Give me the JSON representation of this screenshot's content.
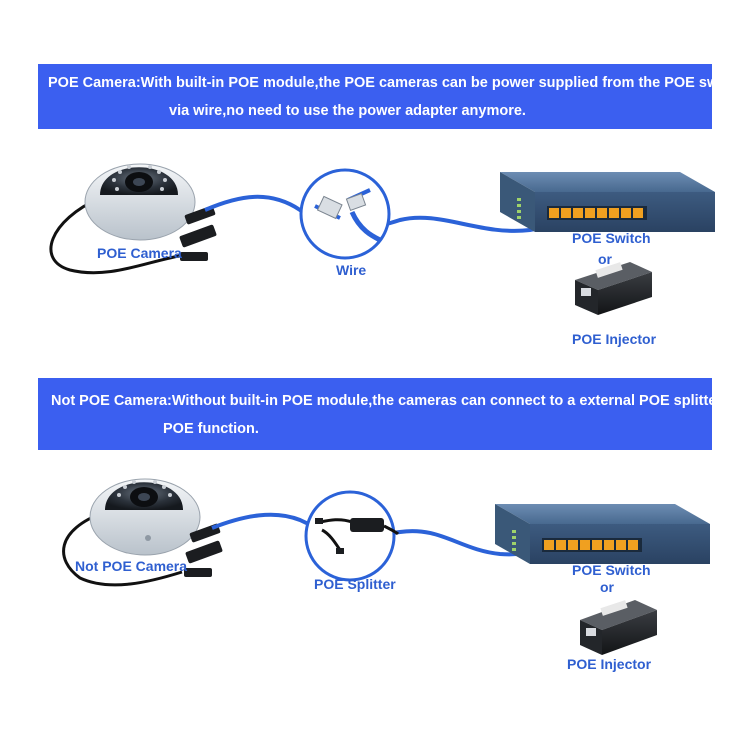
{
  "top": {
    "banner": {
      "line1": "POE Camera:With built-in POE module,the POE cameras can be power supplied from the POE switch",
      "line2": "via wire,no need to use the power adapter anymore."
    },
    "labels": {
      "camera": "POE Camera",
      "wire": "Wire",
      "switch": "POE Switch",
      "or": "or",
      "injector": "POE Injector"
    }
  },
  "bottom": {
    "banner": {
      "line1": "Not POE Camera:Without built-in POE module,the cameras can connect to a external POE splitter to",
      "line2": "POE function."
    },
    "labels": {
      "camera": "Not POE Camera",
      "splitter": "POE Splitter",
      "switch": "POE Switch",
      "or": "or",
      "injector": "POE Injector"
    }
  },
  "colors": {
    "banner": "#3b5ff0",
    "label": "#2f5fd0",
    "cable": "#2b62d8",
    "switch_body": "#4a6c93",
    "port_led": "#f0a020"
  },
  "icons": [
    "dome-camera-icon",
    "rj45-connector-icon",
    "network-switch-icon",
    "poe-injector-icon",
    "poe-splitter-icon"
  ]
}
